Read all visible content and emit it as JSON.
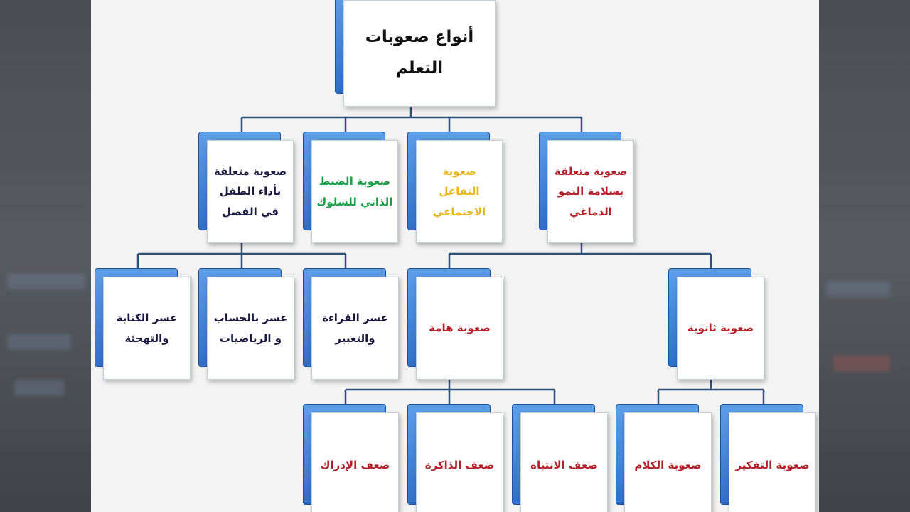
{
  "diagram": {
    "root": {
      "label": "أنواع صعوبات التعلم"
    },
    "level1": [
      {
        "label": "صعوبة متعلقة بأداء الطفل في الفصل",
        "color": "#1a1a40"
      },
      {
        "label": "صعوبة الضبط الذاتي للسلوك",
        "color": "#1f9e49"
      },
      {
        "label": "صعوبة التفاعل الاجتماعي",
        "color": "#e6b81e"
      },
      {
        "label": "صعوبة متعلقة بسلامة النمو الدماغي",
        "color": "#b3202a"
      }
    ],
    "level2": [
      {
        "label": "عسر الكتابة والتهجئة",
        "color": "#1a1a40"
      },
      {
        "label": "عسر بالحساب و الرياضيات",
        "color": "#1a1a40"
      },
      {
        "label": "عسر القراءة والتعبير",
        "color": "#1a1a40"
      },
      {
        "label": "صعوبة هامة",
        "color": "#b3202a"
      },
      {
        "label": "صعوبة ثانوية",
        "color": "#b3202a"
      }
    ],
    "level3": [
      {
        "label": "ضعف الإدراك",
        "color": "#b3202a"
      },
      {
        "label": "ضعف الذاكرة",
        "color": "#b3202a"
      },
      {
        "label": "ضعف الانتباه",
        "color": "#b3202a"
      },
      {
        "label": "صعوبة الكلام",
        "color": "#b3202a"
      },
      {
        "label": "صعوبة التفكير",
        "color": "#b3202a"
      }
    ],
    "colors": {
      "tab": "#2f6fc8",
      "connector": "#2e4f7a",
      "background": "#f3f3f3"
    }
  }
}
